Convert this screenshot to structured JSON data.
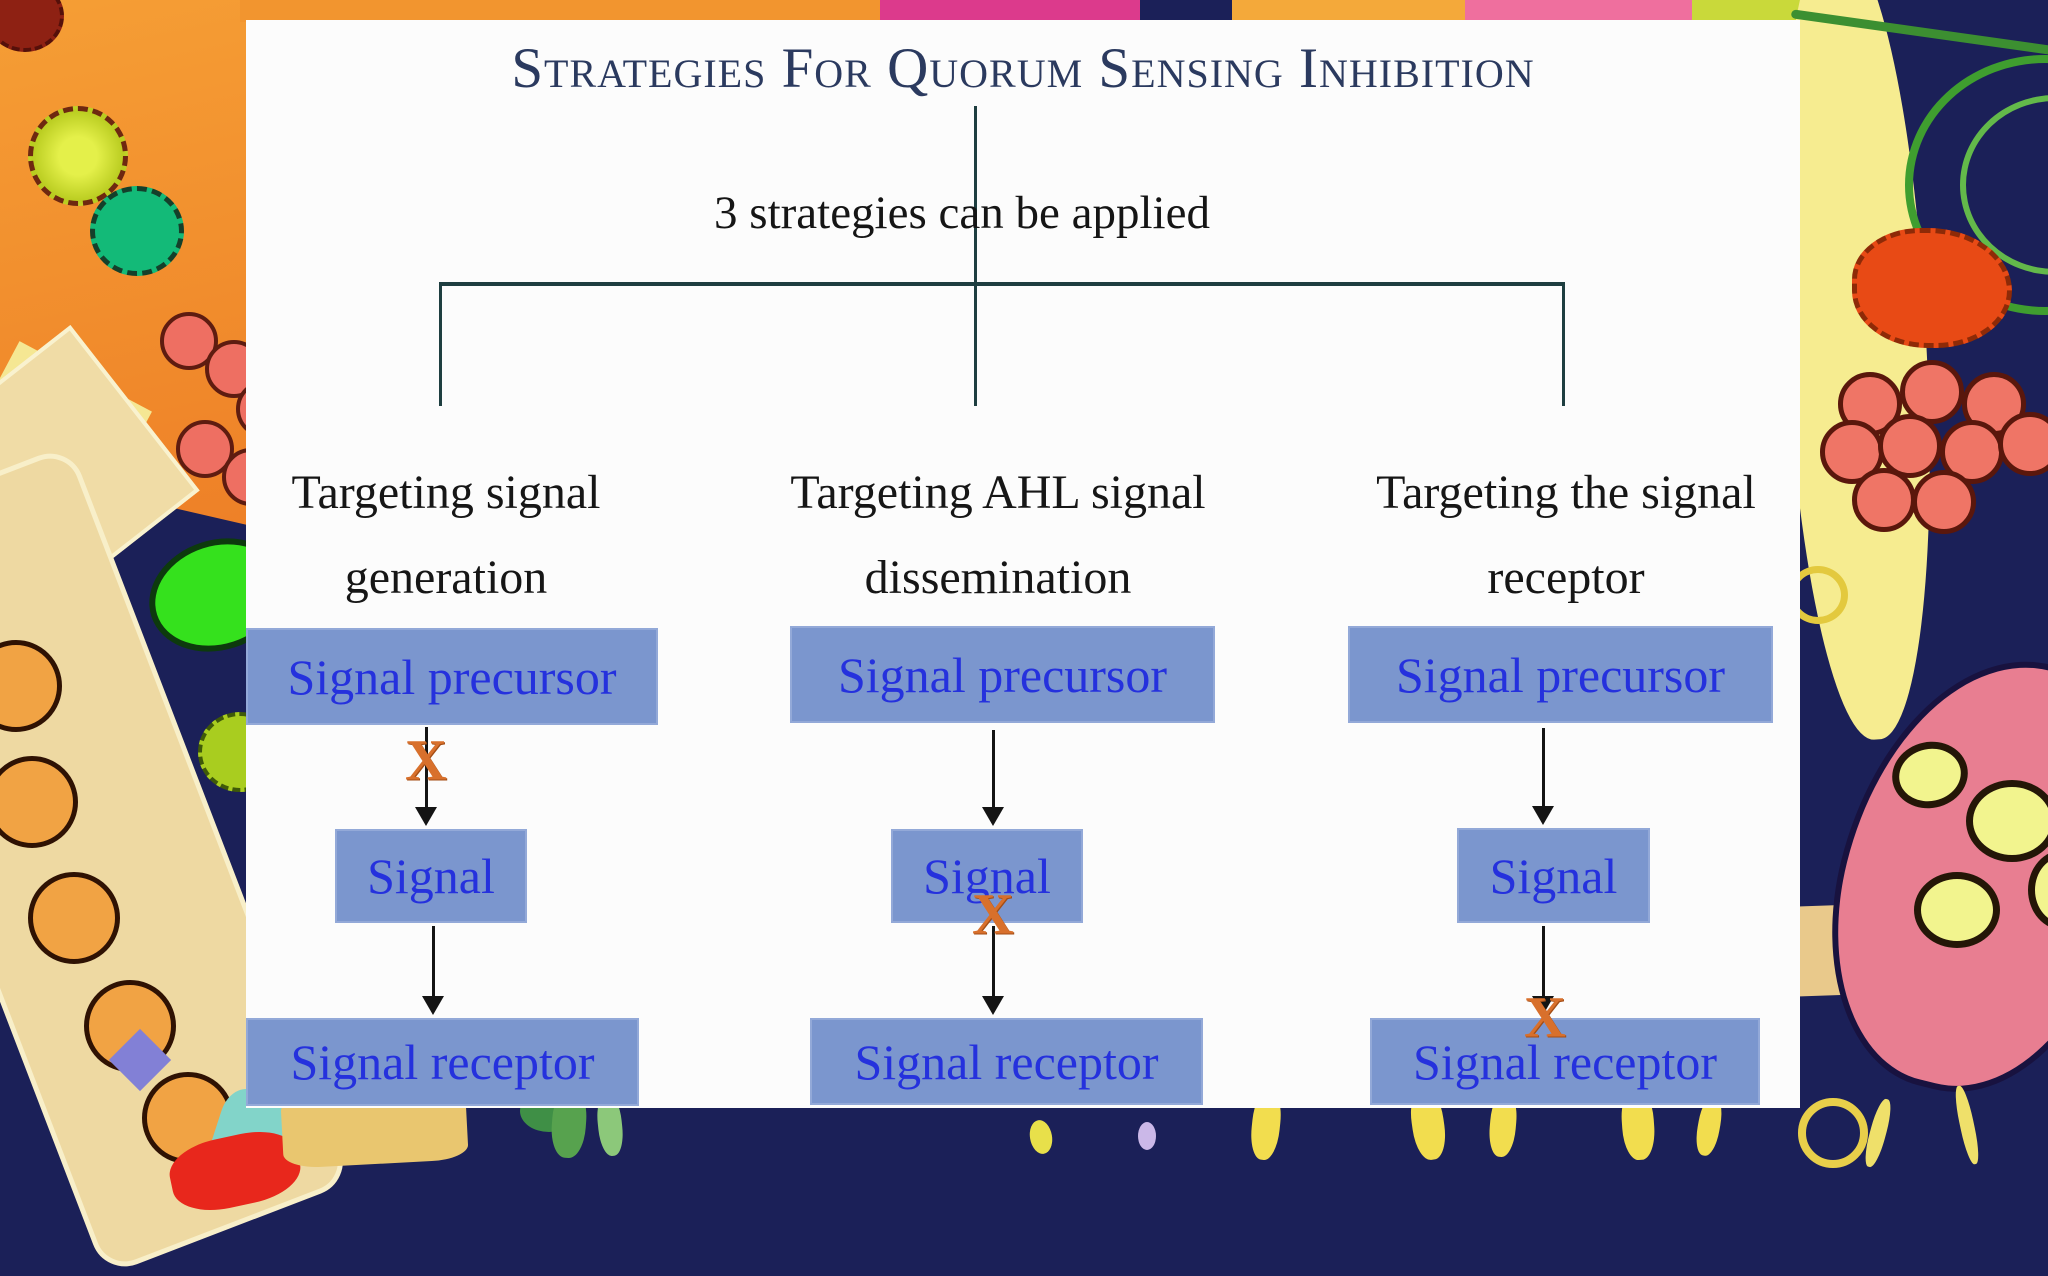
{
  "title": "Strategies For Quorum Sensing Inhibition",
  "subtitle": "3 strategies can be applied",
  "inhibition_marker": "X",
  "columns": [
    {
      "heading_line1": "Targeting signal",
      "heading_line2": "generation",
      "steps": [
        "Signal precursor",
        "Signal",
        "Signal receptor"
      ],
      "x_mark_position": "between Signal precursor and Signal"
    },
    {
      "heading_line1": "Targeting AHL signal",
      "heading_line2": "dissemination",
      "steps": [
        "Signal precursor",
        "Signal",
        "Signal receptor"
      ],
      "x_mark_position": "between Signal and Signal receptor"
    },
    {
      "heading_line1": "Targeting the signal",
      "heading_line2": "receptor",
      "steps": [
        "Signal precursor",
        "Signal",
        "Signal receptor"
      ],
      "x_mark_position": "at top of Signal receptor"
    }
  ],
  "colors": {
    "box-fill": "#7b96ce",
    "box-text": "#2531dd",
    "title-text": "#2b3a5f",
    "marker": "#d8702c",
    "connector-line": "#1e3e40",
    "arrow": "#141414",
    "panel-bg": "#fcfcfc",
    "backdrop": "#1b2058"
  }
}
